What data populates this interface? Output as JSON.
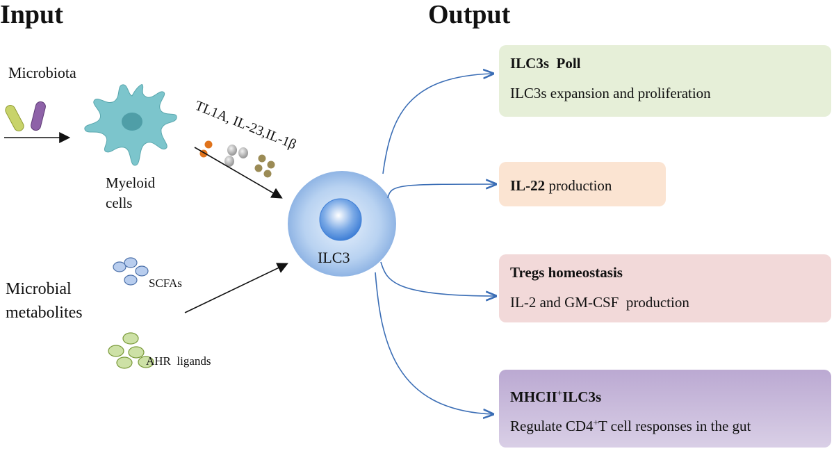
{
  "headings": {
    "input": "Input",
    "output": "Output"
  },
  "inputs": {
    "microbiota": "Microbiota",
    "myeloid_line1": "Myeloid",
    "myeloid_line2": "cells",
    "cytokines": "TL1A,  IL-23,IL-1β",
    "microbial_line1": "Microbial",
    "microbial_line2": "metabolites",
    "scfas": "SCFAs",
    "ahr": "AHR  ligands"
  },
  "center": {
    "label": "ILC3"
  },
  "outputs": [
    {
      "title": "ILC3s  Poll",
      "desc": "ILC3s expansion and proliferation",
      "color": "#e6efd8"
    },
    {
      "title": "IL-22",
      "desc": " production",
      "color": "#fbe4d2"
    },
    {
      "title": "Tregs homeostasis",
      "desc": "IL-2 and GM-CSF  production",
      "color": "#f2d9d9"
    },
    {
      "title_main": "MHCII",
      "title_sup": "+",
      "title_end": "ILC3s",
      "desc_a": "Regulate CD4",
      "desc_sup": "+",
      "desc_b": "T cell responses in the gut",
      "color": "#cdbfdc"
    }
  ],
  "colors": {
    "arrow_blue": "#3a6db5",
    "cell": "#a9c6ec",
    "nucleus": "#5b8fd9",
    "myeloid": "#7cc5cc"
  }
}
